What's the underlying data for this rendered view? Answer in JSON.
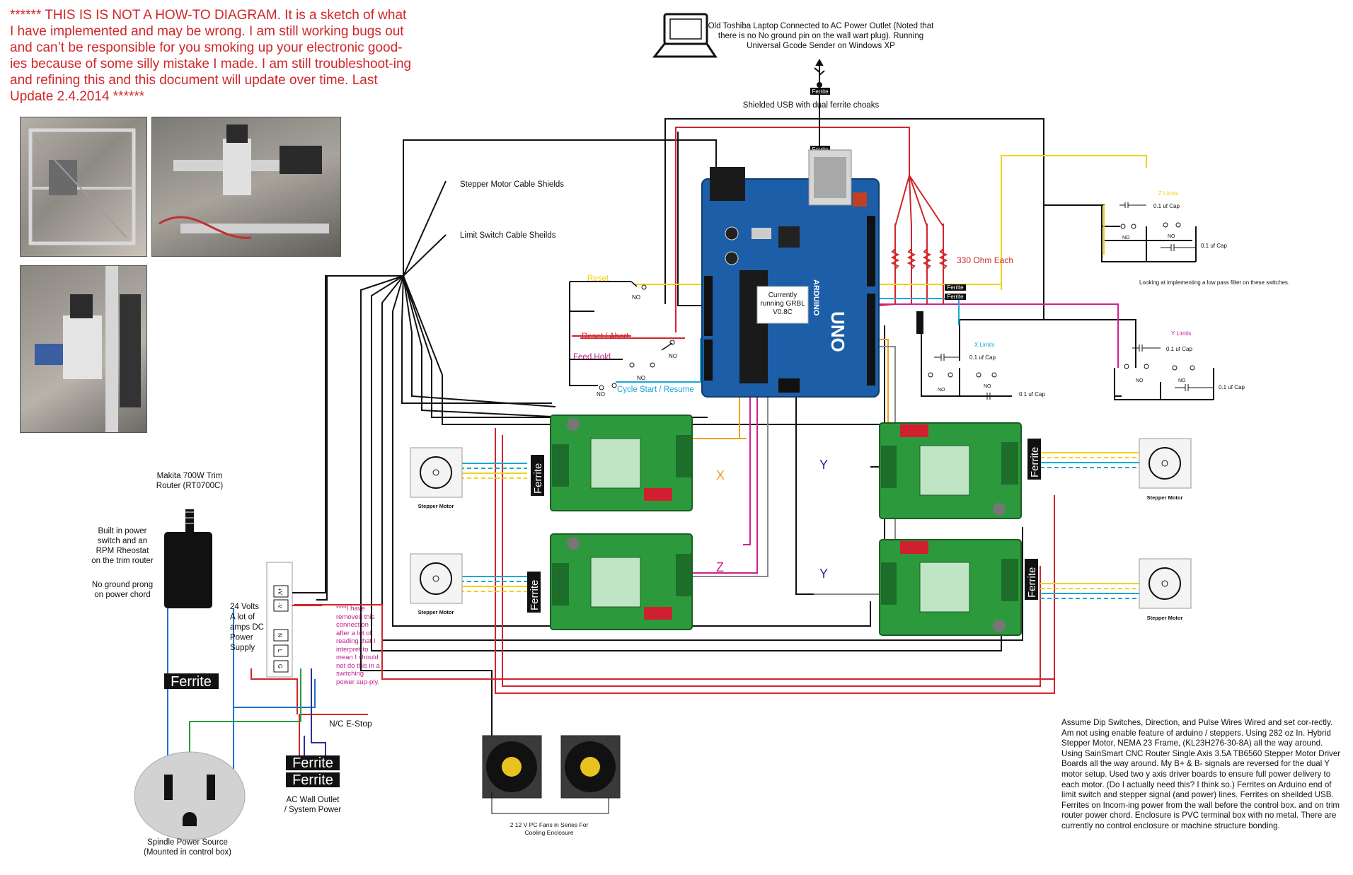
{
  "warning_text": "****** THIS IS IS NOT A HOW-TO DIAGRAM. It is a sketch of what I have implemented and may be wrong. I am still working bugs out and can’t be responsible for you smoking up your electronic good-ies because of some silly mistake I made. I am still troubleshoot-ing and refining this and this document will update over time. Last Update 2.4.2014 ******",
  "laptop": {
    "label": "Old Toshiba Laptop Connected to AC Power Outlet (Noted that there is no No ground pin on the wall wart plug). Running Universal Gcode Sender on Windows XP",
    "usb_label": "Shielded USB with dual ferrite choaks"
  },
  "arduino": {
    "grbl_note": [
      "Currently",
      "running GRBL",
      "V0.8C"
    ],
    "resistor_label": "330 Ohm  Each"
  },
  "cable_labels": {
    "stepper_shields": "Stepper Motor Cable Shields",
    "limit_shields": "Limit Switch Cable Sheilds"
  },
  "switches": {
    "reset": "Reset",
    "reset_abort": "Reset / Abort",
    "feed_hold": "Feed Hold",
    "cycle_start": "Cycle Start / Resume",
    "no": "NO"
  },
  "limits": {
    "z": "Z Limits",
    "x": "X Limits",
    "y": "Y Limits",
    "cap": "0.1 uf Cap",
    "filter_note": "Looking at implementing a low pass filter on these switches."
  },
  "ferrite": "Ferrite",
  "axes": {
    "x": "X",
    "z": "Z",
    "y": "Y"
  },
  "stepper_motor": "Stepper Motor",
  "router": {
    "title": "Makita 700W Trim Router (RT0700C)",
    "switch_note": "Built in power switch and an RPM Rheostat on the trim router",
    "ground_note": "No ground prong on power chord"
  },
  "power_supply": {
    "label": "24 Volts A lot of amps DC Power Supply",
    "terminals": [
      "+V",
      "-V",
      "N",
      "L",
      "G"
    ],
    "note": "****I have removed this connection after a lot of reading that I interpret to mean I should not do this in a switching power sup-ply."
  },
  "estop": "N/C E-Stop",
  "ac_outlet": "AC Wall Outlet / System Power",
  "spindle_source": "Spindle Power Source (Mounted in control box)",
  "fans": "2 12 V PC Fans in Series For Cooling Enclosure",
  "notes": "Assume Dip Switches, Direction, and Pulse Wires Wired and set cor-rectly. Am not using enable feature of arduino / steppers. Using 282 oz In. Hybrid Stepper Motor, NEMA 23 Frame, (KL23H276-30-8A) all the way around. Using SainSmart CNC Router Single Axis 3.5A TB6560 Stepper Motor Driver Boards all the way around. My B+ & B- signals are reversed for the dual Y motor setup. Used two y axis driver boards to ensure full power delivery to each motor. (Do I actually need this? I think so.) Ferrites on Arduino end of limit switch and stepper signal (and power) lines. Ferrites on sheilded USB. Ferrites on Incom-ing power from the wall before the control box. and on trim router power chord. Enclosure is PVC terminal box with no metal. There are currently no control enclosure or machine structure bonding.",
  "colors": {
    "warning": "#d0262a",
    "wire_red": "#d0262a",
    "wire_black": "#111111",
    "wire_yellow": "#f2d21a",
    "wire_blue": "#1f6fd1",
    "wire_cyan": "#1aa7d8",
    "wire_magenta": "#d0208f",
    "wire_orange": "#f0a020",
    "wire_green": "#2c9d3c",
    "wire_navy": "#2a2f9a",
    "board_green": "#2c9a3c",
    "arduino_blue": "#1c5ea8"
  }
}
